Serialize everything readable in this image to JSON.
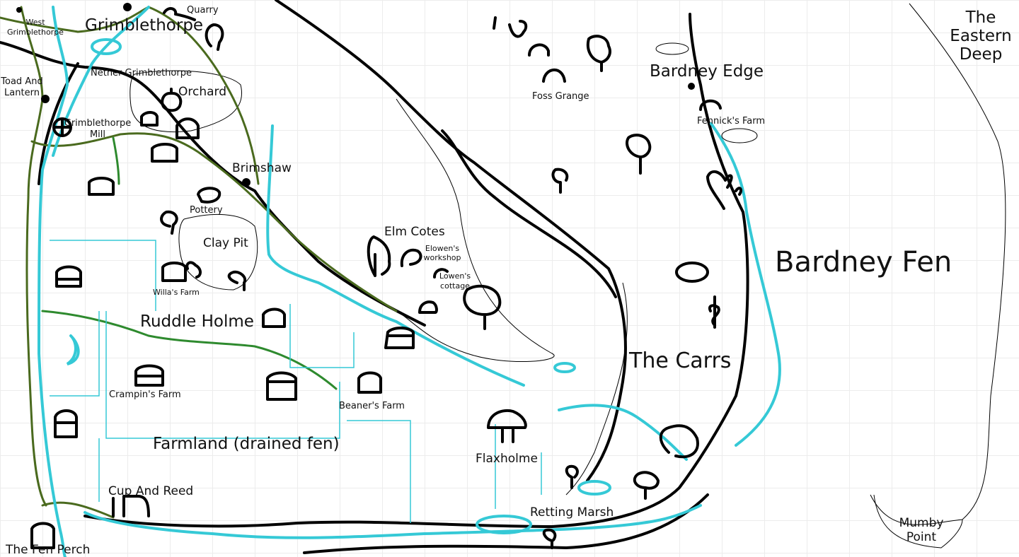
{
  "map": {
    "colors": {
      "water": "#35c9d6",
      "road": "#4a6a1e",
      "hedge": "#2e8a2e",
      "ink": "#000000"
    },
    "labels": {
      "west_grimblethorpe": [
        "West",
        "Grimblethorpe"
      ],
      "grimblethorpe": "Grimblethorpe",
      "quarry": "Quarry",
      "nether_grimblethorpe": "Nether Grimblethorpe",
      "orchard": "Orchard",
      "toad_and_lantern": [
        "Toad And",
        "Lantern"
      ],
      "grimblethorpe_mill": [
        "Grimblethorpe",
        "Mill"
      ],
      "brimshaw": "Brimshaw",
      "pottery": "Pottery",
      "clay_pit": "Clay Pit",
      "willas_farm": "Willa's Farm",
      "elm_cotes": "Elm Cotes",
      "elowens_workshop": [
        "Elowen's",
        "workshop"
      ],
      "lowens_cottage": [
        "Lowen's",
        "cottage"
      ],
      "ruddle_holme": "Ruddle Holme",
      "crampins_farm": "Crampin's Farm",
      "beaners_farm": "Beaner's Farm",
      "farmland": "Farmland (drained fen)",
      "cup_and_reed": "Cup And Reed",
      "the_fen_perch": "The Fen Perch",
      "flaxholme": "Flaxholme",
      "retting_marsh": "Retting Marsh",
      "the_carrs": "The Carrs",
      "foss_grange": "Foss Grange",
      "bardney_edge": "Bardney Edge",
      "fennicks_farm": "Fennick's Farm",
      "bardney_fen": "Bardney Fen",
      "the_eastern_deep": [
        "The",
        "Eastern",
        "Deep"
      ],
      "mumby_point": [
        "Mumby",
        "Point"
      ]
    }
  }
}
